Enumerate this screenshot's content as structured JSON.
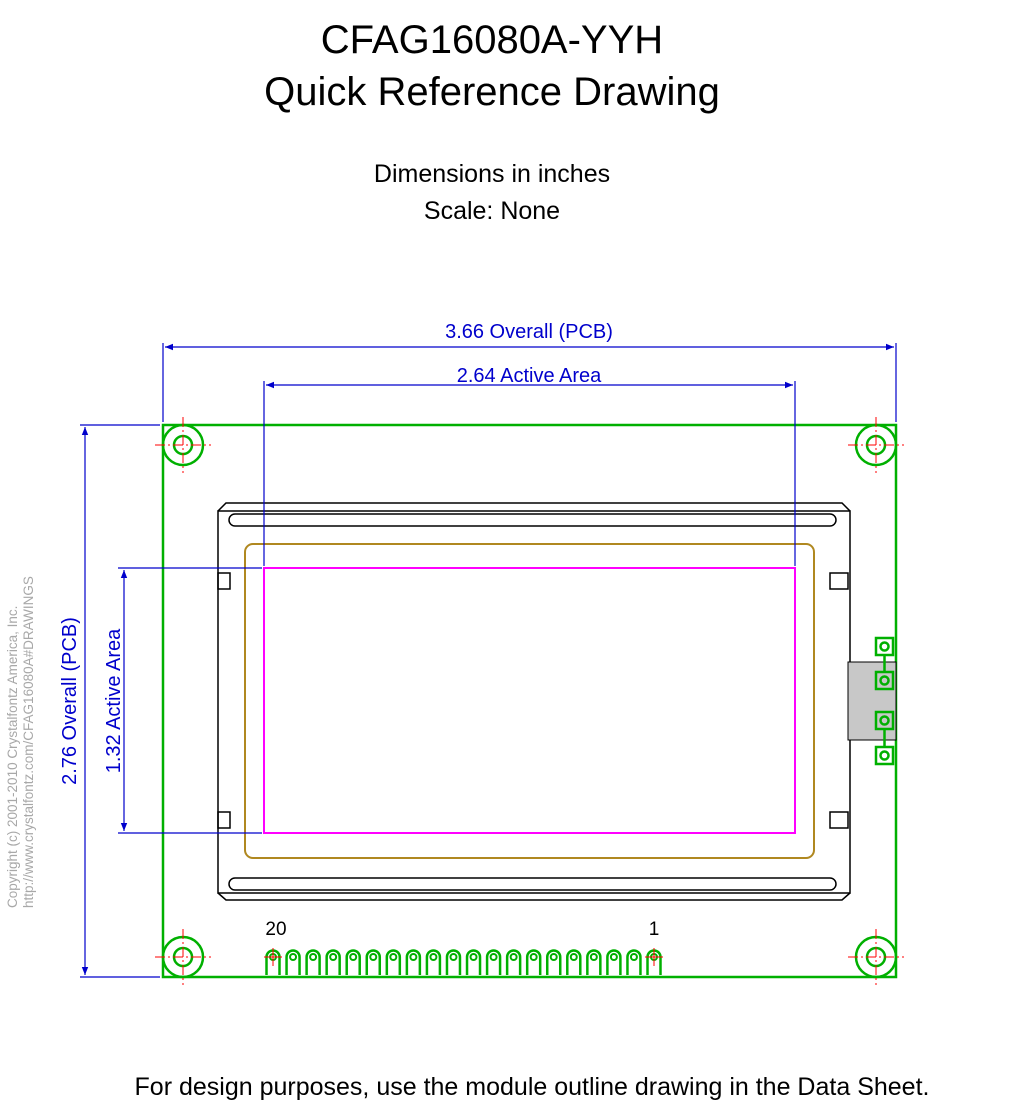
{
  "title": {
    "line1": "CFAG16080A-YYH",
    "line2": "Quick Reference Drawing"
  },
  "subtitle": {
    "line1": "Dimensions in inches",
    "line2": "Scale: None"
  },
  "dimensions": {
    "overall_width": "3.66 Overall (PCB)",
    "active_width": "2.64 Active Area",
    "overall_height": "2.76 Overall (PCB)",
    "active_height": "1.32 Active Area"
  },
  "pins": {
    "first_label": "20",
    "last_label": "1",
    "count": 20
  },
  "copyright": {
    "line1": "Copyright (c) 2001-2010 Crystalfontz America, Inc.",
    "line2": "http://www.crystalfontz.com/CFAG16080A#DRAWINGS"
  },
  "footer": "For design purposes, use the module outline drawing in the Data Sheet.",
  "colors": {
    "pcb": "#00b000",
    "dimension": "#0000cc",
    "active_area": "#ff00ff",
    "viewing_area": "#b08820",
    "bezel": "#000000",
    "centerline": "#ff0000",
    "connector": "#c8c8c8",
    "copyright": "#a8a8a8"
  }
}
